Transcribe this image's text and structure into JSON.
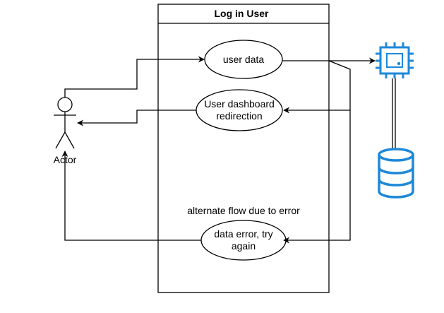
{
  "diagram": {
    "system_title": "Log in User",
    "actor_label": "Actor",
    "use_cases": {
      "user_data": {
        "lines": [
          "user data"
        ]
      },
      "dashboard": {
        "lines": [
          "User dashboard",
          "redirection"
        ]
      },
      "error": {
        "lines": [
          "data error, try",
          "again"
        ]
      }
    },
    "alternate_flow_label": "alternate flow due to error",
    "icons": {
      "processor": "cpu-chip-icon",
      "database": "database-icon"
    },
    "colors": {
      "line": "#000000",
      "icon_accent": "#1e88d8"
    }
  }
}
